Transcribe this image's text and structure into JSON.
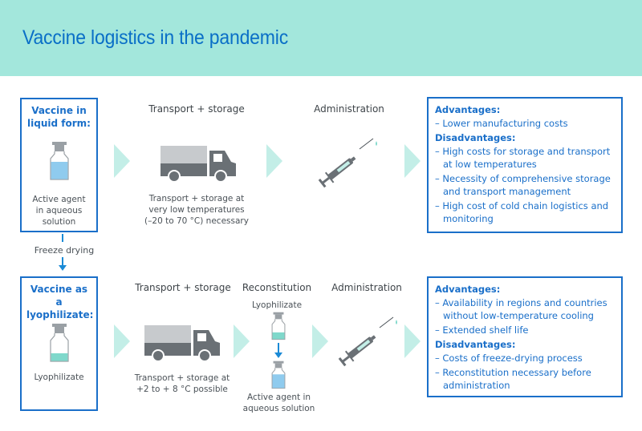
{
  "header": {
    "title": "Vaccine logistics in the pandemic"
  },
  "colors": {
    "header_bg": "#a3e7dc",
    "accent_blue": "#1a6fc9",
    "chevron": "#c3eee7",
    "icon_gray": "#6a7075"
  },
  "row1": {
    "box_title": "Vaccine in liquid form:",
    "box_caption": "Active agent in aqueous solution",
    "transport_title": "Transport + storage",
    "transport_caption": "Transport + storage at very low temperatures (–20 to 70 °C) necessary",
    "administration_title": "Administration",
    "advantages_heading": "Advantages:",
    "advantages": [
      "– Lower manufacturing costs"
    ],
    "disadvantages_heading": "Disadvantages:",
    "disadvantages": [
      "– High costs for storage and transport at low temperatures",
      "– Necessity of comprehensive storage and transport management",
      "– High cost of cold chain logistics and monitoring"
    ]
  },
  "connector": {
    "label": "Freeze drying"
  },
  "row2": {
    "box_title": "Vaccine as a lyophilizate:",
    "box_caption": "Lyophilizate",
    "transport_title": "Transport + storage",
    "transport_caption": "Transport + storage at +2 to + 8 °C possible",
    "reconstitution_title": "Reconstitution",
    "reconstitution_top": "Lyophilizate",
    "reconstitution_bottom": "Active agent in aqueous solution",
    "administration_title": "Administration",
    "advantages_heading": "Advantages:",
    "advantages": [
      "– Availability in regions and countries without low-temperature cooling",
      "– Extended shelf life"
    ],
    "disadvantages_heading": "Disadvantages:",
    "disadvantages": [
      "– Costs of freeze-drying process",
      "– Reconstitution necessary before administration"
    ]
  }
}
